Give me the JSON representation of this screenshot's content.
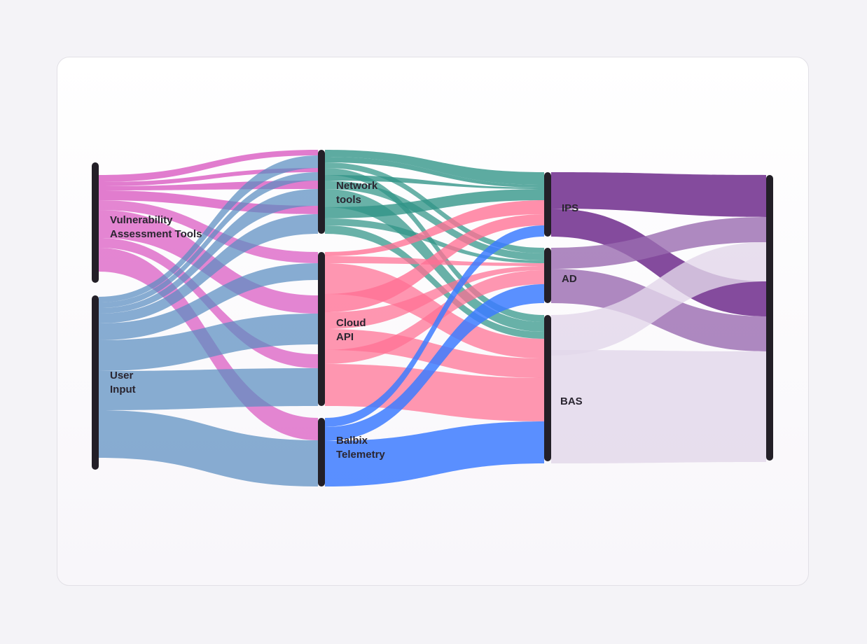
{
  "colors": {
    "vulnerability": "#d957c0",
    "user_input": "#5a8dc1",
    "network": "#2f9486",
    "cloud": "#ff6f93",
    "balbix": "#3d7dff",
    "ips": "#6e2b8c",
    "ad": "#9a6bb0",
    "bas": "#e2d7ea"
  },
  "nodes": {
    "vulnerability": {
      "lines": [
        "Vulnerability",
        "Assessment Tools"
      ]
    },
    "user_input": {
      "lines": [
        "User",
        "Input"
      ]
    },
    "network": {
      "lines": [
        "Network",
        "tools"
      ]
    },
    "cloud": {
      "lines": [
        "Cloud",
        "API"
      ]
    },
    "balbix": {
      "lines": [
        "Balbix",
        "Telemetry"
      ]
    },
    "ips": {
      "lines": [
        "IPS"
      ]
    },
    "ad": {
      "lines": [
        "AD"
      ]
    },
    "bas": {
      "lines": [
        "BAS"
      ]
    },
    "target": {
      "lines": []
    }
  }
}
